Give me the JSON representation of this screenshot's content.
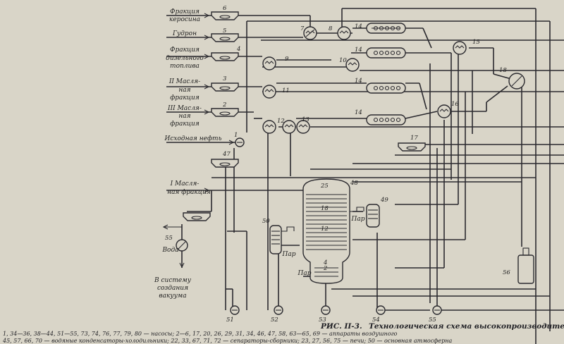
{
  "inputs": {
    "kerosene_1": "Фракция",
    "kerosene_2": "керосина",
    "tar": "Гудрон",
    "diesel_1": "Фракция",
    "diesel_2": "дизельного",
    "diesel_3": "топлива",
    "oil2_1": "II Масля-",
    "oil2_2": "ная",
    "oil2_3": "фракция",
    "oil3_1": "III Масля-",
    "oil3_2": "ная",
    "oil3_3": "фракция",
    "feed": "Исходная нефть",
    "oil1_1": "I Масля-",
    "oil1_2": "ная фракция",
    "water": "Вода",
    "vac_1": "В систему",
    "vac_2": "создания",
    "vac_3": "вакуума",
    "steam": "Пар"
  },
  "numbers": {
    "n1": "1",
    "n2": "2",
    "n3": "3",
    "n4": "4",
    "n5": "5",
    "n6": "6",
    "n7": "7",
    "n8": "8",
    "n9": "9",
    "n10": "10",
    "n11": "11",
    "n12": "12",
    "n13": "13",
    "n14": "14",
    "n15": "15",
    "n16": "16",
    "n17": "17",
    "n18": "18",
    "n25": "25",
    "n47": "47",
    "n48": "48",
    "n49": "49",
    "n50": "50",
    "n51": "51",
    "n52": "52",
    "n53": "53",
    "n54": "54",
    "n55": "55",
    "n56": "56"
  },
  "caption": {
    "title": "РИС. II-3.",
    "title_text": "Технологическая схема высокопроизводительно",
    "line1": "1, 34—36, 38—44, 51—55, 73, 74, 76, 77, 79, 80 — насосы; 2—6, 17, 20, 26, 29, 31, 34, 46, 47, 58, 63—65, 69 — аппараты воздушного",
    "line2": "45, 57, 66, 70 — водяные конденсаторы-холодильники; 22, 33, 67, 71, 72 — сепараторы-сборники; 23, 27, 56, 75 — печи; 50 — основная атмосферна"
  }
}
